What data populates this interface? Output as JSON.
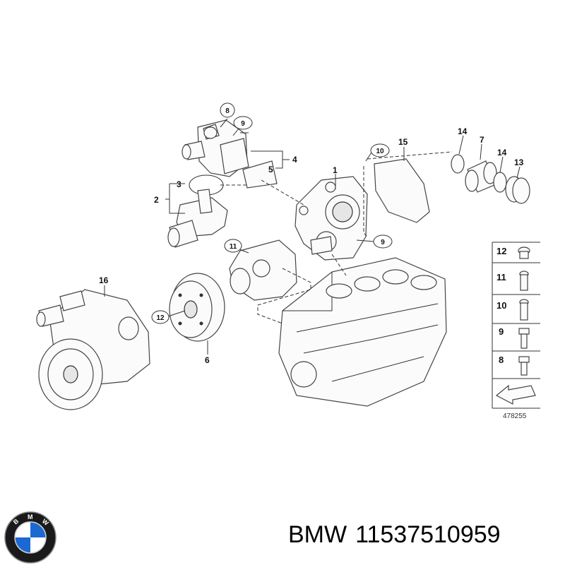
{
  "diagram": {
    "callouts": {
      "c1": "1",
      "c2": "2",
      "c3": "3",
      "c4": "4",
      "c5": "5",
      "c6": "6",
      "c7": "7",
      "c8": "8",
      "c9a": "9",
      "c9b": "9",
      "c10": "10",
      "c11": "11",
      "c12": "12",
      "c13": "13",
      "c14a": "14",
      "c14b": "14",
      "c15": "15",
      "c16": "16"
    },
    "legend": [
      {
        "label": "12"
      },
      {
        "label": "11"
      },
      {
        "label": "10"
      },
      {
        "label": "9"
      },
      {
        "label": "8"
      }
    ],
    "reference_number": "478255"
  },
  "footer": {
    "brand": "BMW",
    "part_number": "11537510959",
    "logo_letters": "BMW",
    "logo_colors": {
      "blue": "#1c69d4",
      "ring": "#1a1a1a",
      "white": "#ffffff"
    }
  }
}
